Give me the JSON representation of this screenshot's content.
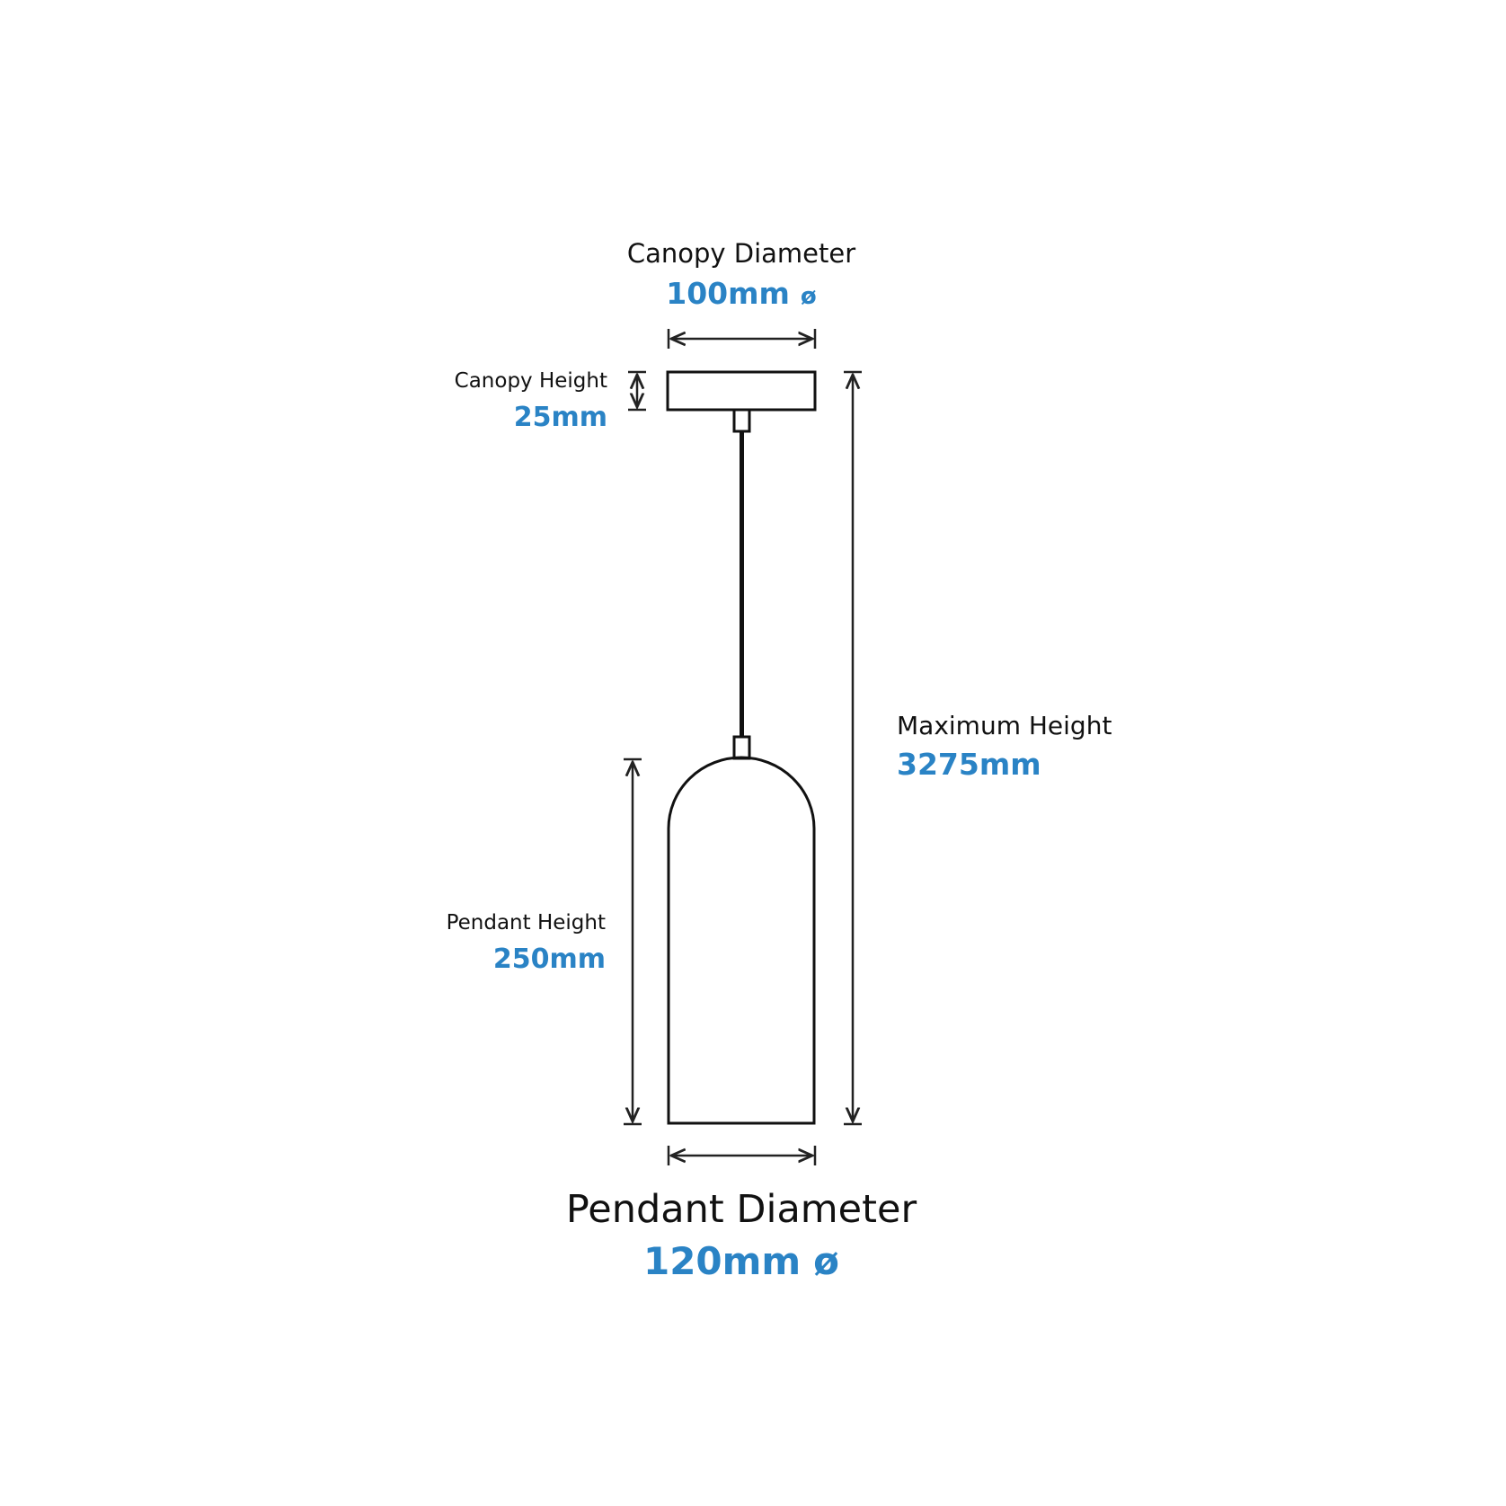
{
  "canopy_diameter": {
    "label": "Canopy Diameter",
    "value": "100mm",
    "symbol": "ø"
  },
  "canopy_height": {
    "label": "Canopy Height",
    "value": "25mm"
  },
  "maximum_height": {
    "label": "Maximum Height",
    "value": "3275mm"
  },
  "pendant_height": {
    "label": "Pendant Height",
    "value": "250mm"
  },
  "pendant_diameter": {
    "label": "Pendant Diameter",
    "value": "120mm",
    "symbol": "ø"
  },
  "colors": {
    "value_text": "#2a83c5",
    "line": "#111111"
  }
}
